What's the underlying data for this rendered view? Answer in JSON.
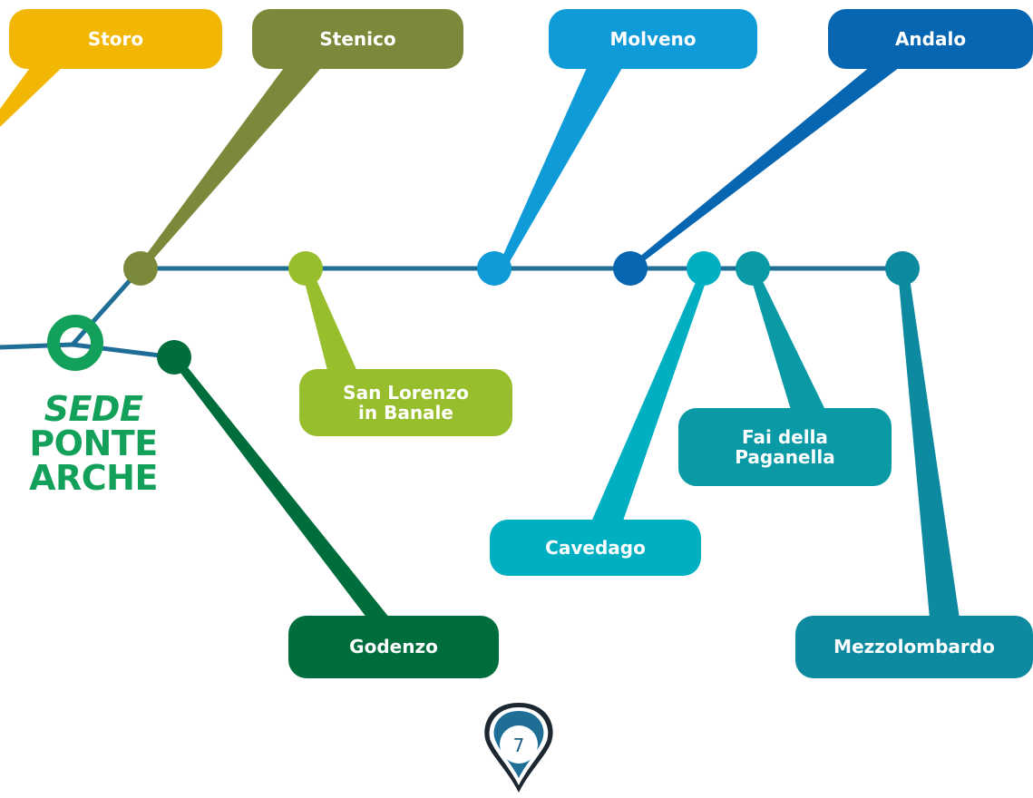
{
  "hub": {
    "line1": "SEDE",
    "line2": "PONTE",
    "line3": "ARCHE"
  },
  "stops": {
    "storo": {
      "label": "Storo",
      "color": "#f2b705"
    },
    "stenico": {
      "label": "Stenico",
      "color": "#7a8a3a"
    },
    "molveno": {
      "label": "Molveno",
      "color": "#0f9ad8"
    },
    "andalo": {
      "label": "Andalo",
      "color": "#0766b1"
    },
    "san_lorenzo": {
      "label": "San Lorenzo\nin Banale",
      "color": "#97be2d"
    },
    "fai": {
      "label": "Fai della\nPaganella",
      "color": "#0a9aa6"
    },
    "cavedago": {
      "label": "Cavedago",
      "color": "#00b0c2"
    },
    "godenzo": {
      "label": "Godenzo",
      "color": "#006e3c"
    },
    "mezzolombardo": {
      "label": "Mezzolombardo",
      "color": "#0e8aa0"
    }
  },
  "line_color": "#1e6e96",
  "page_number": "7"
}
